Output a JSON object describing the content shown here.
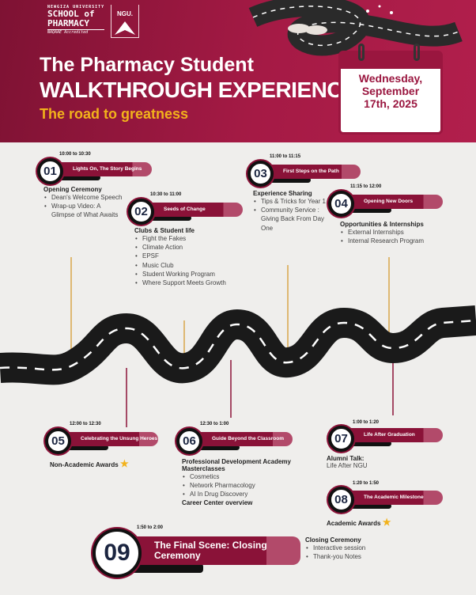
{
  "header": {
    "university": "NEWGIZA UNIVERSITY",
    "school_line1": "SCHOOL of",
    "school_line2": "PHARMACY",
    "accreditation": "NAQAAE Accredited",
    "ngu_logo": "NGU.",
    "title_line1": "The Pharmacy Student",
    "title_line2": "WALKTHROUGH EXPERIENCE",
    "tagline": "The road to greatness",
    "date_line1": "Wednesday,",
    "date_line2": "September",
    "date_line3": "17th, 2025"
  },
  "colors": {
    "crimson": "#8a1238",
    "gold": "#f2b21b",
    "road": "#1a1a1a"
  },
  "sessions": [
    {
      "num": "01",
      "time": "10:00 to 10:30",
      "title": "Lights On, The Story Begins",
      "heading": "Opening Ceremony",
      "items": [
        "Dean's Welcome Speech",
        "Wrap-up Video: A Glimpse of What Awaits"
      ]
    },
    {
      "num": "02",
      "time": "10:30 to 11:00",
      "title": "Seeds of Change",
      "heading": "Clubs & Student life",
      "items": [
        "Fight the Fakes",
        "Climate Action",
        "EPSF",
        "Music Club",
        "Student Working Program",
        "Where Support Meets Growth"
      ]
    },
    {
      "num": "03",
      "time": "11:00 to 11:15",
      "title": "First Steps on the Path",
      "heading": "Experience Sharing",
      "items": [
        "Tips & Tricks for Year 1",
        "Community Service : Giving Back From Day One"
      ]
    },
    {
      "num": "04",
      "time": "11:15 to 12:00",
      "title": "Opening New Doors",
      "heading": "Opportunities & Internships",
      "items": [
        "External Internships",
        "Internal Research Program"
      ]
    },
    {
      "num": "05",
      "time": "12:00 to 12:30",
      "title": "Celebrating the Unsung Heroes",
      "heading": "Non-Academic Awards"
    },
    {
      "num": "06",
      "time": "12:30 to 1:00",
      "title": "Guide Beyond the Classroom",
      "heading": "Professional Development Academy Masterclasses",
      "items": [
        "Cosmetics",
        "Network Pharmacology",
        "AI In Drug Discovery"
      ],
      "footer": "Career Center overview"
    },
    {
      "num": "07",
      "time": "1:00 to 1:20",
      "title": "Life After Graduation",
      "heading": "Alumni Talk:",
      "text": "Life After NGU"
    },
    {
      "num": "08",
      "time": "1:20 to 1:50",
      "title": "The Academic Milestone",
      "heading": "Academic Awards"
    },
    {
      "num": "09",
      "time": "1:50 to 2:00",
      "title": "The Final Scene: Closing Ceremony",
      "heading": "Closing Ceremony",
      "items": [
        "Interactive session",
        "Thank-you Notes"
      ]
    }
  ]
}
